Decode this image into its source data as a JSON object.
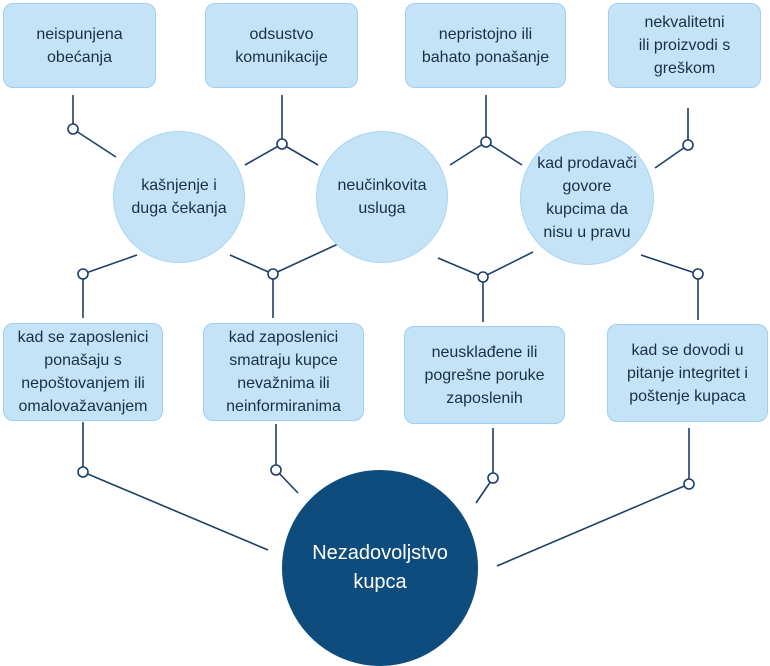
{
  "diagram": {
    "top_causes": [
      "neispunjena\nobećanja",
      "odsustvo\nkomunikacije",
      "nepristojno ili\nbahato ponašanje",
      "nekvalitetni\nili  proizvodi s\ngreškom"
    ],
    "middle_causes": [
      "kašnjenje i\nduga čekanja",
      "neučinkovita\nusluga",
      "kad prodavači\ngovore\nkupcima da\nnisu  u pravu"
    ],
    "lower_causes": [
      "kad se zaposlenici\nponašaju s\nnepoštovanjem ili\nomalovažavanjem",
      "kad zaposlenici\nsmatraju kupce\nnevažnima ili\nneinformiranima",
      "neusklađene ili\npogrešne poruke\nzaposlenih",
      "kad se dovodi u\npitanje integritet i\npoštenje kupaca"
    ],
    "central": "Nezadovoljstvo\nkupca"
  },
  "colors": {
    "box_fill": "#c5e3f6",
    "box_border": "#9fd0ef",
    "central_fill": "#0f4c7e",
    "line": "#1d3f67"
  }
}
